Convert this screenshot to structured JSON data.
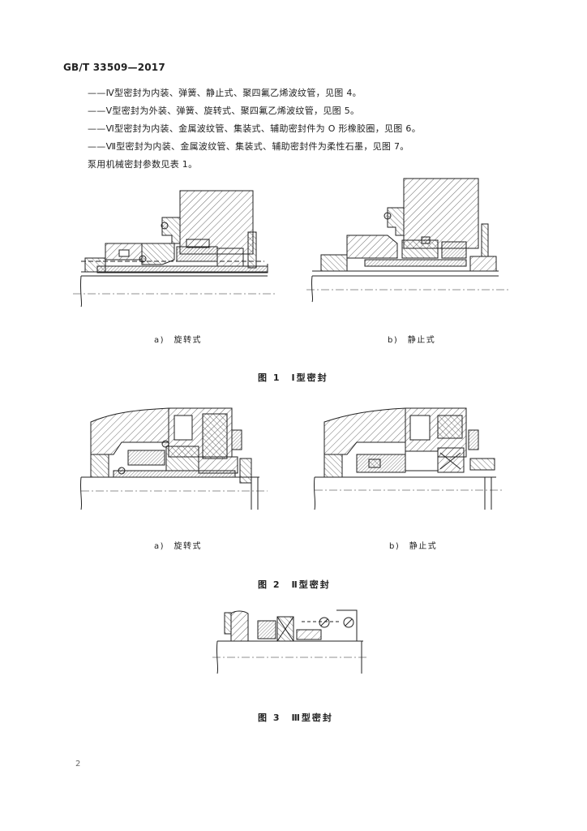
{
  "header": "GB/T 33509—2017",
  "items": [
    "——Ⅳ型密封为内装、弹簧、静止式、聚四氟乙烯波纹管，见图 4。",
    "——Ⅴ型密封为外装、弹簧、旋转式、聚四氟乙烯波纹管，见图 5。",
    "——Ⅵ型密封为内装、金属波纹管、集装式、辅助密封件为 O 形橡胶圈，见图 6。",
    "——Ⅶ型密封为内装、金属波纹管、集装式、辅助密封件为柔性石墨，见图 7。",
    "泵用机械密封参数见表 1。"
  ],
  "figure1": {
    "a": "a)　旋转式",
    "b": "b)　静止式",
    "caption": "图 1　Ⅰ型密封"
  },
  "figure2": {
    "a": "a)　旋转式",
    "b": "b)　静止式",
    "caption": "图 2　Ⅱ型密封"
  },
  "figure3": {
    "caption": "图 3　Ⅲ型密封"
  },
  "page_number": "2"
}
